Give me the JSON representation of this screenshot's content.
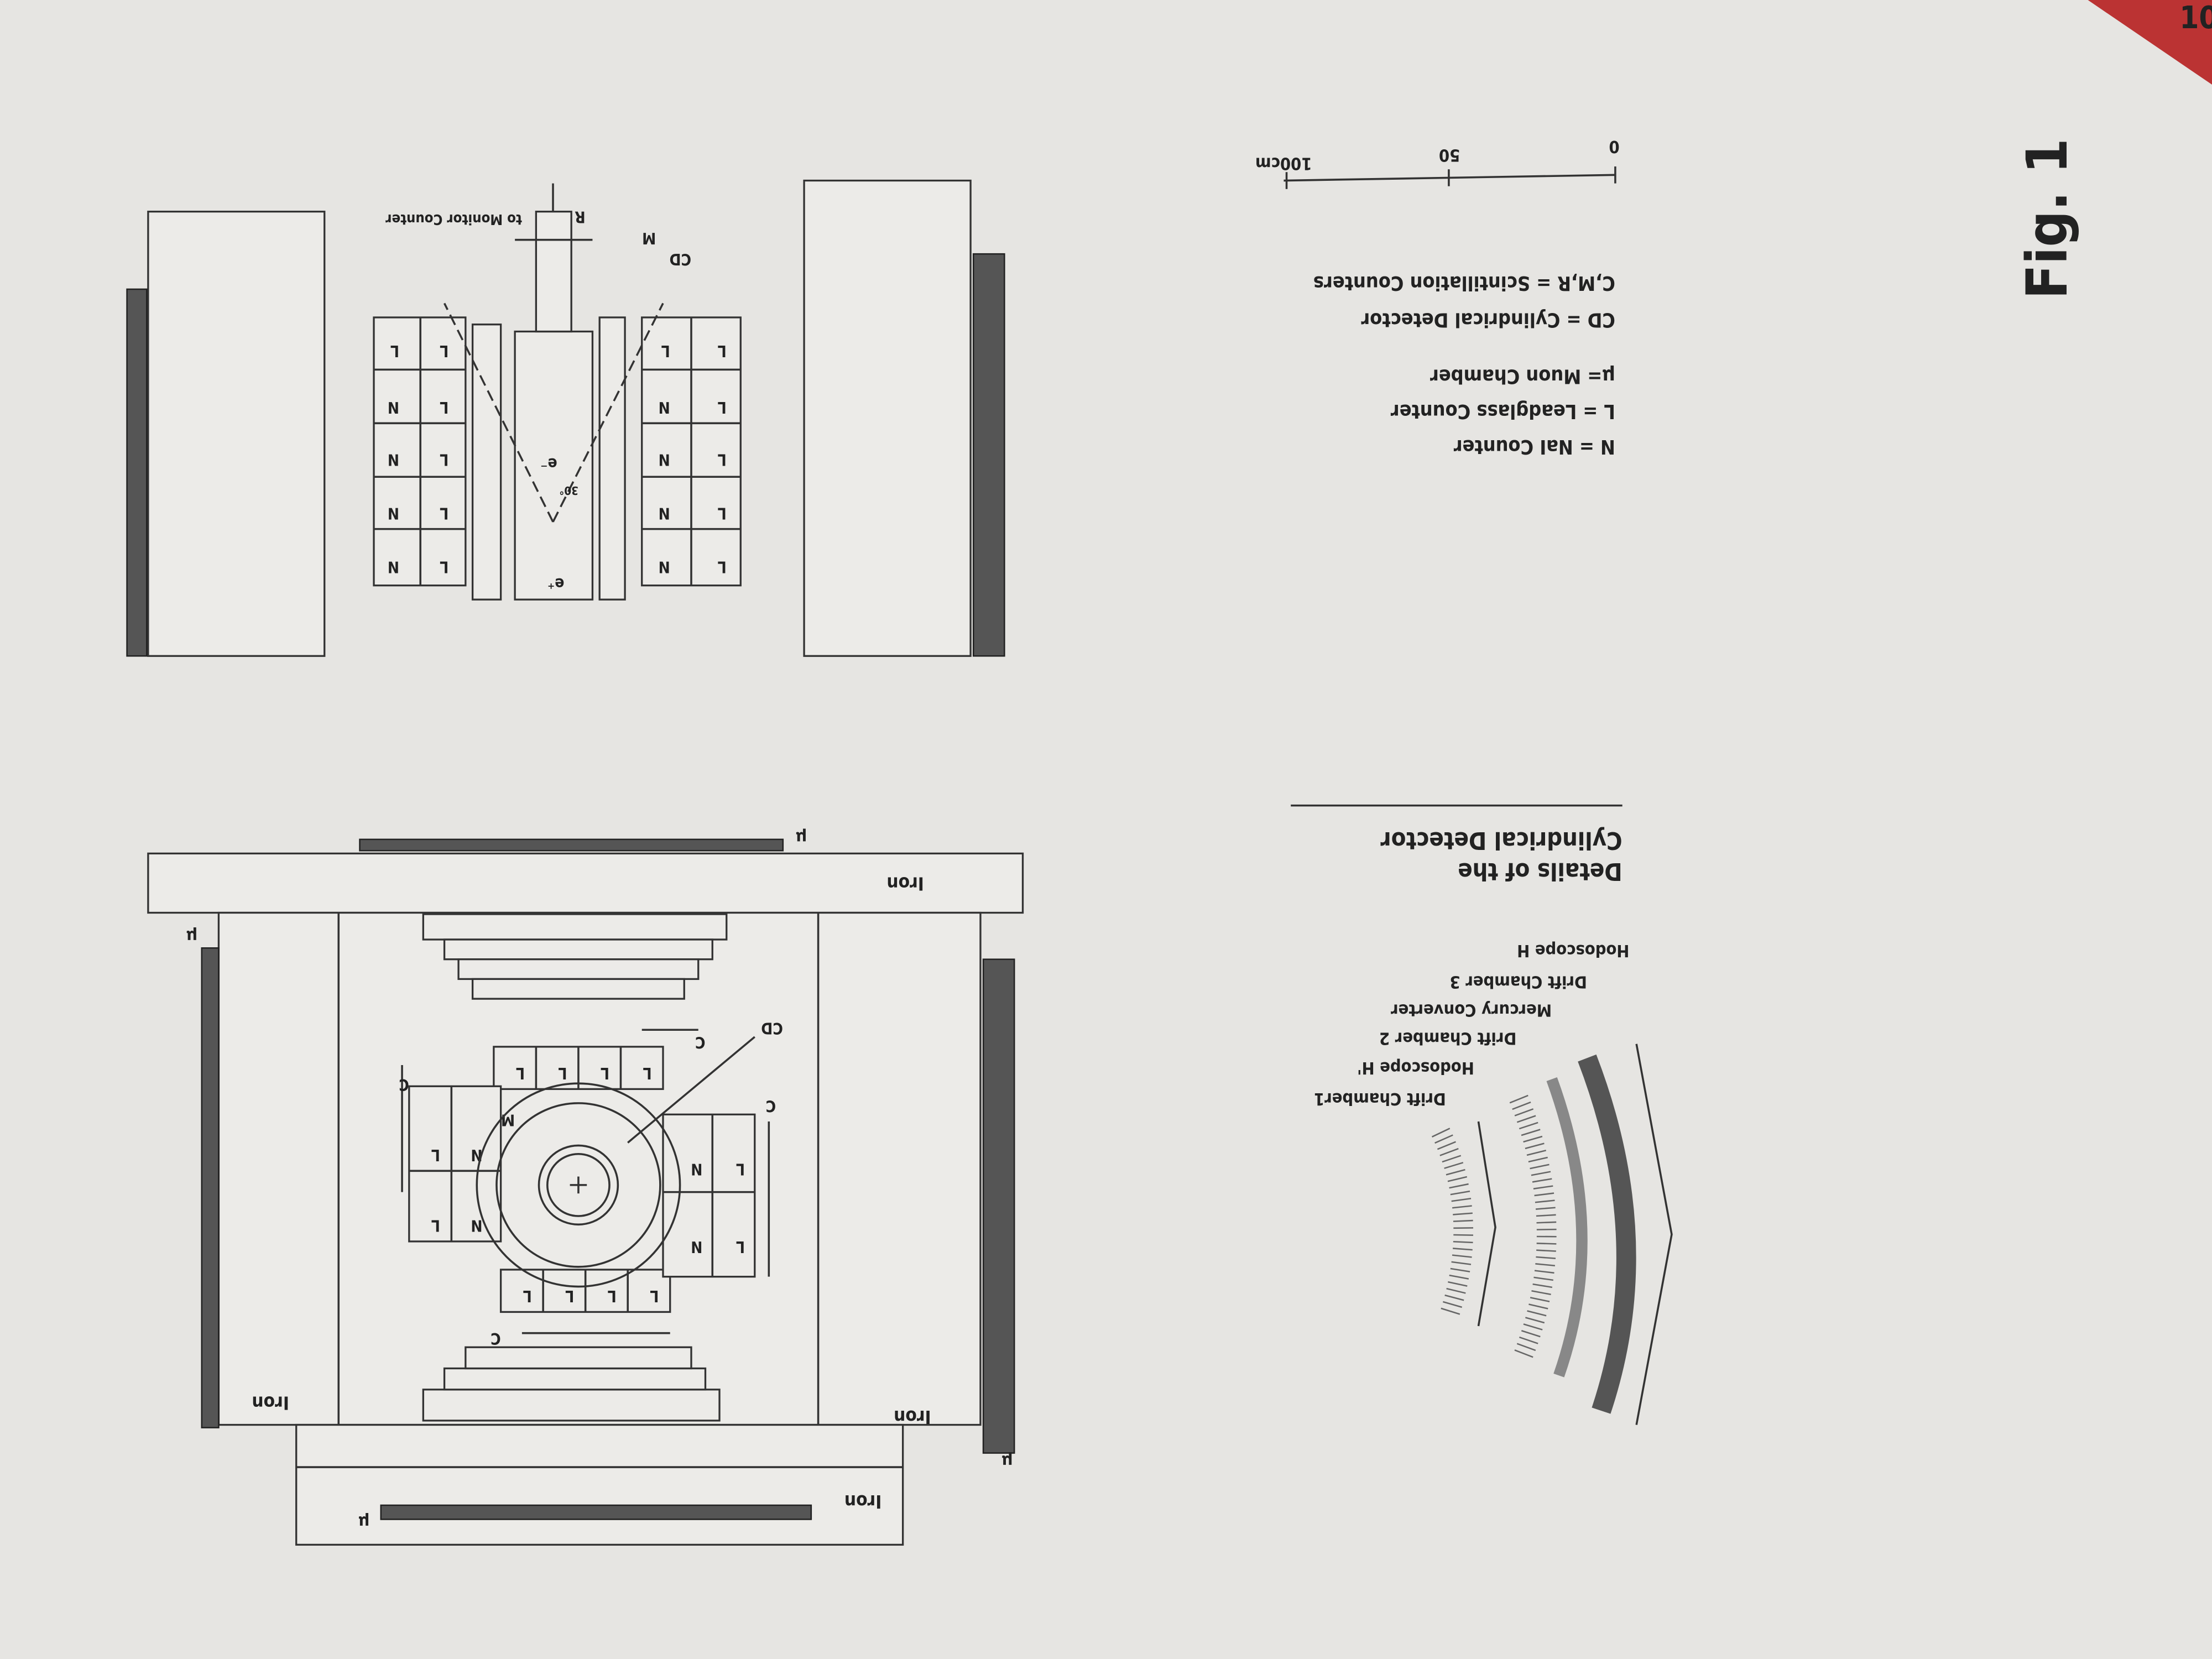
{
  "figure": {
    "caption": "Fig. 1",
    "page_number_fragment": "10",
    "inset_title_line1": "Details of the",
    "inset_title_line2": "Cylindrical Detector",
    "inset_layers": [
      "Drift Chamber1",
      "Hodoscope  H'",
      "Drift Chamber 2",
      "Mercury Converter",
      "Drift Chamber 3",
      "Hodoscope  H"
    ],
    "legend": [
      "N = NaI Counter",
      "L = Leadglass Counter",
      "μ= Muon  Chamber",
      "CD = Cylindrical Detector",
      "C,M,R = Scintillation Counters"
    ],
    "scale": {
      "ticks": [
        "0",
        "50",
        "100cm"
      ]
    },
    "labels": {
      "iron": "Iron",
      "muon": "μ",
      "leadglass": "L",
      "nai": "N",
      "cd": "CD",
      "c": "C",
      "m": "M",
      "r": "R",
      "e_plus": "e⁺",
      "e_minus": "e⁻",
      "angle": "30°",
      "monitor": "to Monitor Counter"
    }
  }
}
